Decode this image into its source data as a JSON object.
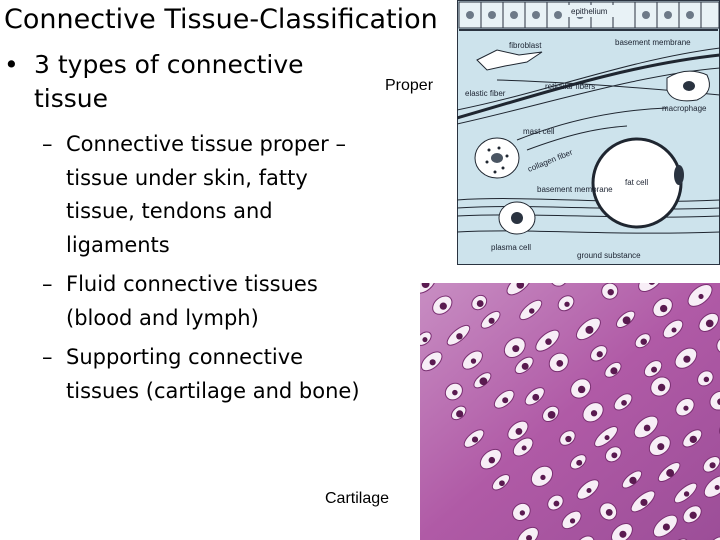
{
  "slide": {
    "title": "Connective Tissue-Classification",
    "bullet": "3 types of connective tissue",
    "sub_bullets": [
      "Connective tissue proper – tissue under skin, fatty tissue, tendons and ligaments",
      "Fluid connective tissues (blood and lymph)",
      "Supporting connective tissues (cartilage and bone)"
    ]
  },
  "figures": {
    "proper": {
      "caption": "Proper",
      "labels": {
        "epithelium": "epithelium",
        "fibroblast": "fibroblast",
        "basement_membrane_top": "basement membrane",
        "reticular_fibers": "reticular fibers",
        "elastic_fiber": "elastic fiber",
        "macrophage": "macrophage",
        "mast_cell": "mast cell",
        "collagen_fiber": "collagen fiber",
        "fat_cell": "fat cell",
        "basement_membrane_low": "basement membrane",
        "plasma_cell": "plasma cell",
        "ground_substance": "ground substance"
      }
    },
    "cartilage": {
      "caption": "Cartilage"
    }
  },
  "colors": {
    "diagram_background": "#cde3ec",
    "cartilage_matrix": "#b760ad",
    "lacuna": "#f7eef6",
    "nucleus": "#5a1a50"
  }
}
